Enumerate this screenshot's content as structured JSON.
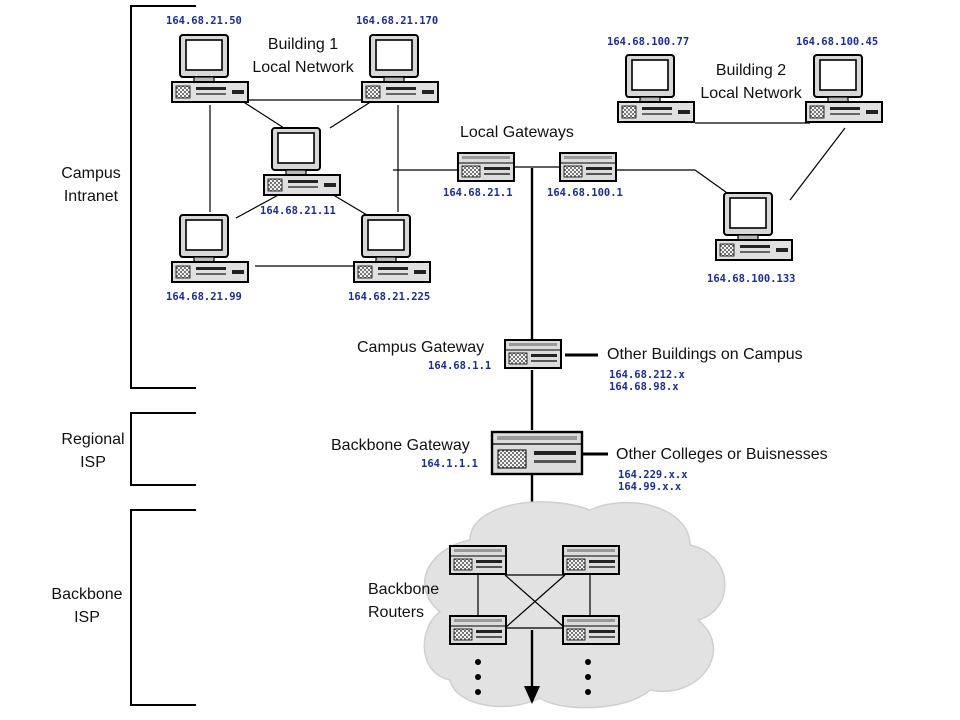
{
  "sections": {
    "campus": "Campus\nIntranet",
    "regional": "Regional\nISP",
    "backbone": "Backbone\nISP"
  },
  "labels": {
    "building1": "Building 1\nLocal Network",
    "building2": "Building 2\nLocal Network",
    "local_gateways": "Local Gateways",
    "campus_gateway": "Campus Gateway",
    "other_buildings": "Other Buildings on Campus",
    "backbone_gateway": "Backbone Gateway",
    "other_colleges": "Other Colleges or Buisnesses",
    "backbone_routers": "Backbone\nRouters"
  },
  "ips": {
    "b1_tl": "164.68.21.50",
    "b1_tr": "164.68.21.170",
    "b1_c": "164.68.21.11",
    "b1_bl": "164.68.21.99",
    "b1_br": "164.68.21.225",
    "b2_l": "164.68.100.77",
    "b2_r": "164.68.100.45",
    "b2_b": "164.68.100.133",
    "gw1": "164.68.21.1",
    "gw2": "164.68.100.1",
    "campus_gw": "164.68.1.1",
    "other_b1": "164.68.212.x",
    "other_b2": "164.68.98.x",
    "backbone_gw": "164.1.1.1",
    "other_c1": "164.229.x.x",
    "other_c2": "164.99.x.x"
  },
  "colors": {
    "ip_text": "#1b2f8f",
    "cloud": "#e2e2e2",
    "device": "#cfcfcf",
    "line": "#000000"
  }
}
